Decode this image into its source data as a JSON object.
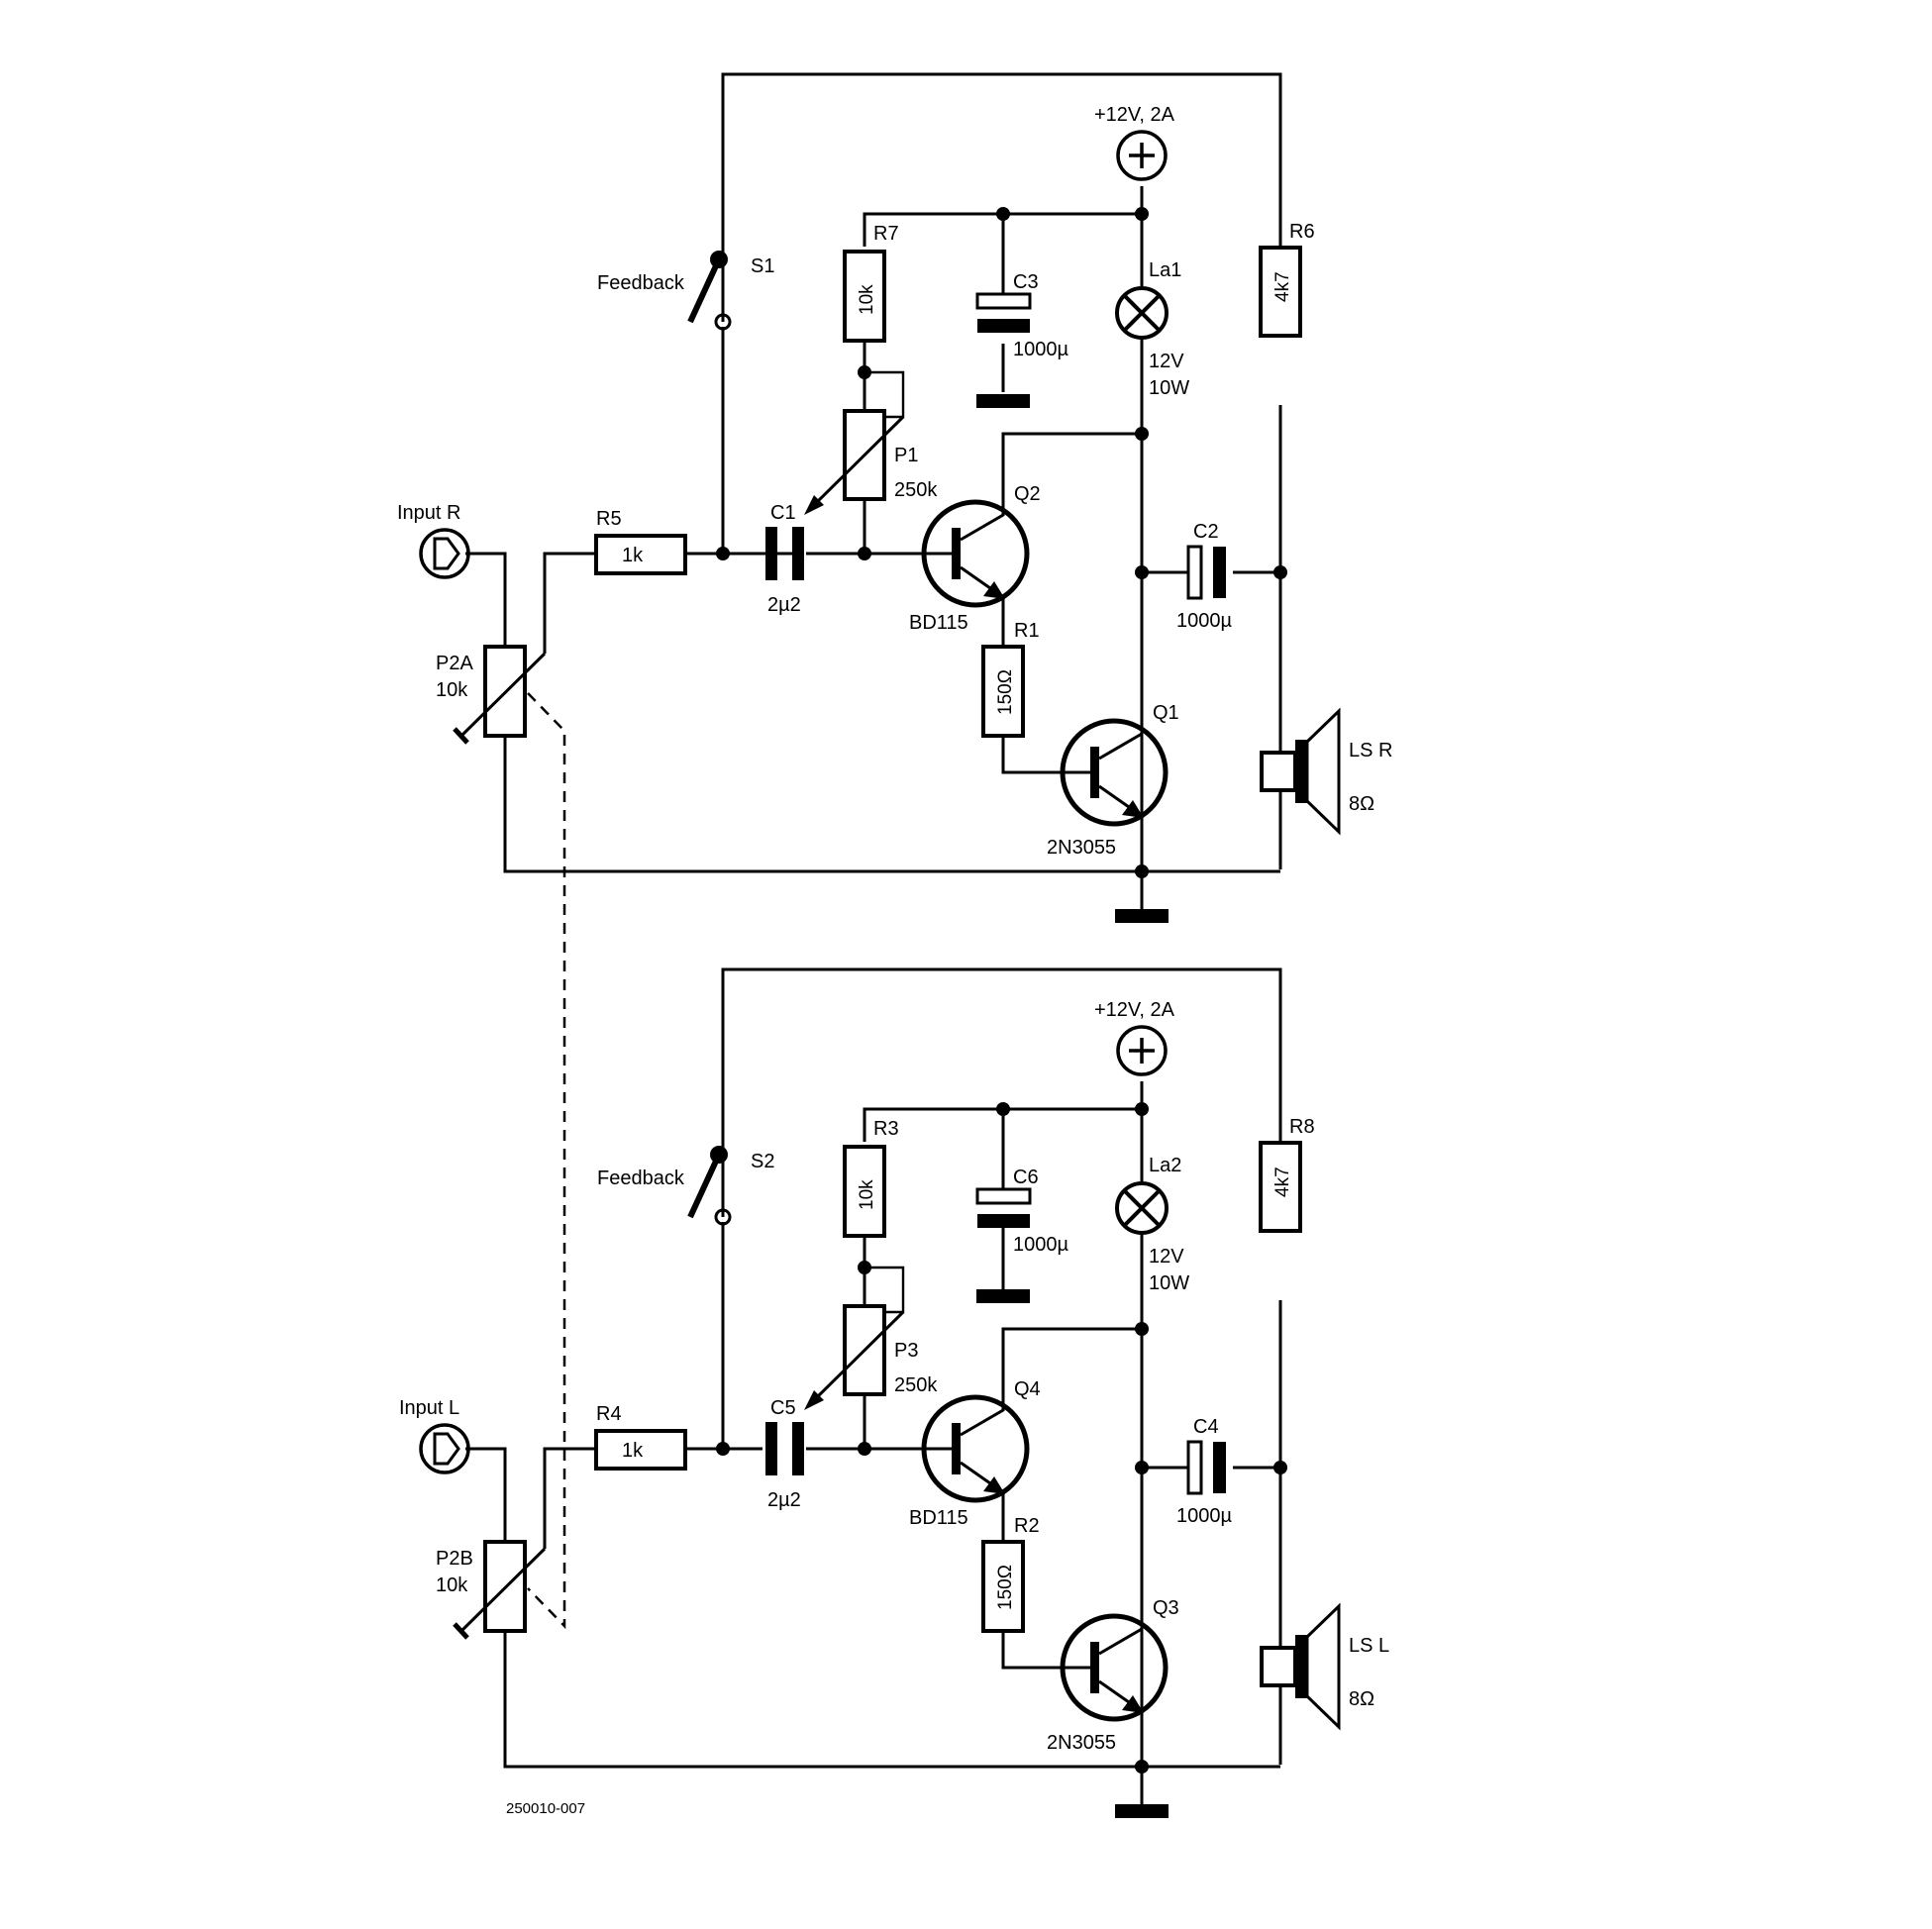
{
  "diagram_code": "250010-007",
  "channels": [
    {
      "id": "right",
      "input_label": "Input R",
      "supply_label": "+12V, 2A",
      "switch": {
        "ref": "S1",
        "label": "Feedback"
      },
      "bias_resistor": {
        "ref": "R7",
        "value": "10k"
      },
      "trimmer": {
        "ref": "P1",
        "value": "250k"
      },
      "supply_cap": {
        "ref": "C3",
        "value": "1000µ"
      },
      "lamp": {
        "ref": "La1",
        "rating_v": "12V",
        "rating_w": "10W"
      },
      "feedback_resistor": {
        "ref": "R6",
        "value": "4k7"
      },
      "volume_pot": {
        "ref": "P2A",
        "value": "10k"
      },
      "input_resistor": {
        "ref": "R5",
        "value": "1k"
      },
      "coupling_cap": {
        "ref": "C1",
        "value": "2µ2"
      },
      "driver": {
        "ref": "Q2",
        "type": "BD115"
      },
      "emitter_resistor": {
        "ref": "R1",
        "value": "150Ω"
      },
      "output_cap": {
        "ref": "C2",
        "value": "1000µ"
      },
      "power_transistor": {
        "ref": "Q1",
        "type": "2N3055"
      },
      "speaker": {
        "ref": "LS R",
        "value": "8Ω"
      }
    },
    {
      "id": "left",
      "input_label": "Input L",
      "supply_label": "+12V, 2A",
      "switch": {
        "ref": "S2",
        "label": "Feedback"
      },
      "bias_resistor": {
        "ref": "R3",
        "value": "10k"
      },
      "trimmer": {
        "ref": "P3",
        "value": "250k"
      },
      "supply_cap": {
        "ref": "C6",
        "value": "1000µ"
      },
      "lamp": {
        "ref": "La2",
        "rating_v": "12V",
        "rating_w": "10W"
      },
      "feedback_resistor": {
        "ref": "R8",
        "value": "4k7"
      },
      "volume_pot": {
        "ref": "P2B",
        "value": "10k"
      },
      "input_resistor": {
        "ref": "R4",
        "value": "1k"
      },
      "coupling_cap": {
        "ref": "C5",
        "value": "2µ2"
      },
      "driver": {
        "ref": "Q4",
        "type": "BD115"
      },
      "emitter_resistor": {
        "ref": "R2",
        "value": "150Ω"
      },
      "output_cap": {
        "ref": "C4",
        "value": "1000µ"
      },
      "power_transistor": {
        "ref": "Q3",
        "type": "2N3055"
      },
      "speaker": {
        "ref": "LS L",
        "value": "8Ω"
      }
    }
  ]
}
